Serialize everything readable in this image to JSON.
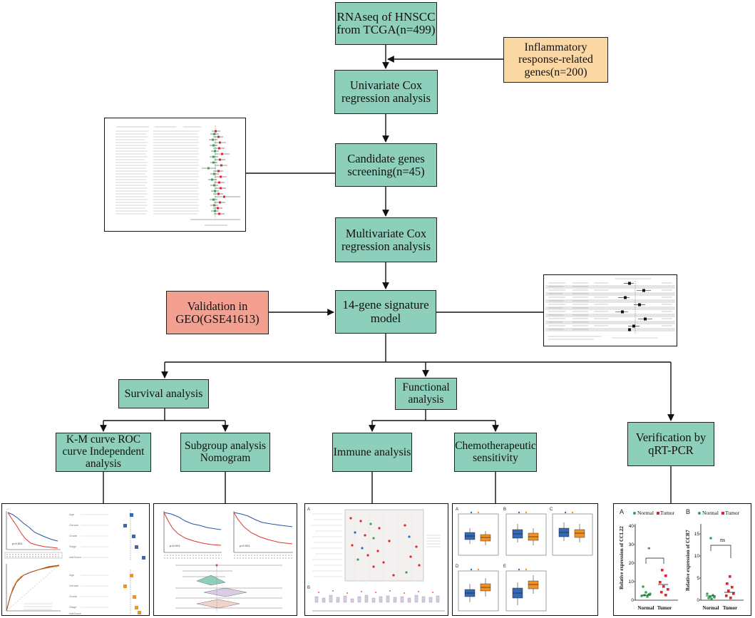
{
  "boxes": {
    "rnaseq": "RNAseq of HNSCC  from TCGA(n=499)",
    "inflam": "Inflammatory response-related genes(n=200)",
    "univariate": "Univariate Cox regression analysis",
    "candidate": "Candidate genes screening(n=45)",
    "multivariate": "Multivariate Cox regression analysis",
    "validation": "Validation in GEO(GSE41613)",
    "model": "14-gene signature model",
    "survival": "Survival analysis",
    "functional": "Functional analysis",
    "verification": "Verification by qRT-PCR",
    "km": "K-M curve ROC curve Independent analysis",
    "subgroup": "Subgroup analysis Nomogram",
    "immune": "Immune analysis",
    "chemo": "Chemotherapeutic sensitivity"
  },
  "qpcr": {
    "panel_a": "A",
    "panel_b": "B",
    "legend_normal": "Normal",
    "legend_tumor": "Tumor",
    "ylabel_a": "Relative expression of CCL22",
    "ylabel_b": "Relative expression of CCR7",
    "sig_a": "*",
    "sig_b": "ns",
    "ticks_a": [
      "0",
      "10",
      "20",
      "30",
      "40"
    ],
    "ticks_b": [
      "0",
      "5",
      "10",
      "15"
    ],
    "xcats": [
      "Normal",
      "Tumor"
    ]
  },
  "chemo_panels": [
    "A",
    "B",
    "C",
    "D",
    "E"
  ],
  "immune_panels": [
    "A",
    "B"
  ],
  "colors": {
    "box_teal": "#8ecfbc",
    "box_orange": "#fbd7a4",
    "box_salmon": "#f4a090",
    "normal_green": "#2fa84f",
    "tumor_red": "#e0262a",
    "km_blue": "#2b53a7",
    "km_red": "#d9382b",
    "box_blue": "#3768b4",
    "box_orange_plot": "#f39224"
  }
}
